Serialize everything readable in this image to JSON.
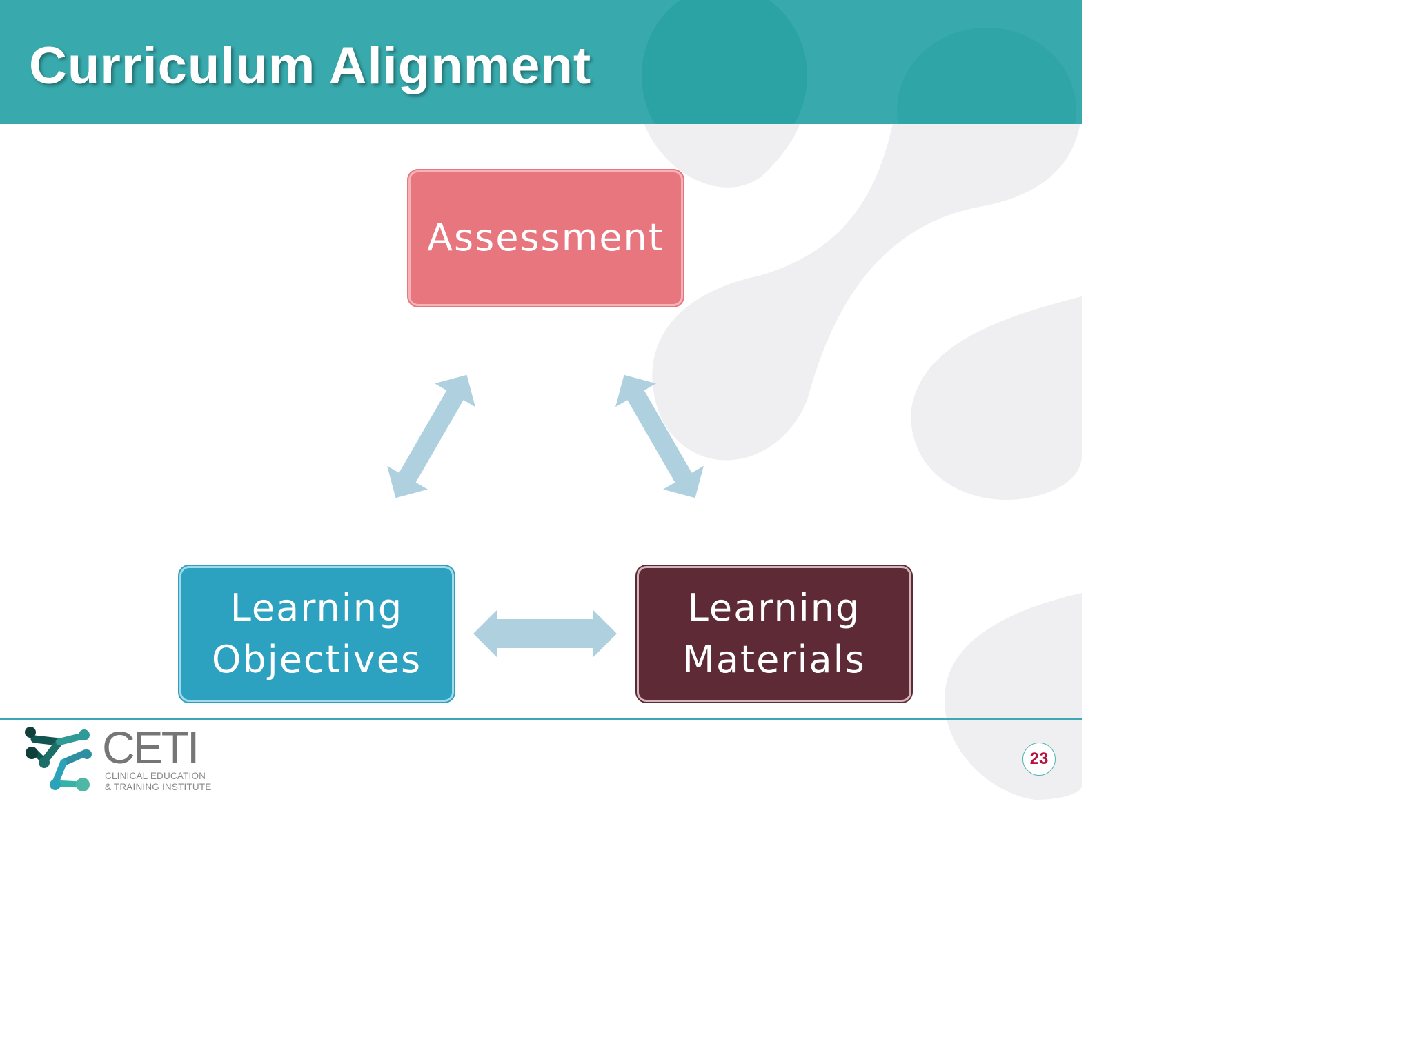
{
  "slide": {
    "title": "Curriculum Alignment",
    "page_number": "23"
  },
  "diagram": {
    "nodes": [
      {
        "id": "assessment",
        "lines": [
          "Assessment"
        ],
        "color": "#e8767e"
      },
      {
        "id": "learning-objectives",
        "lines": [
          "Learning",
          "Objectives"
        ],
        "color": "#2da1c0"
      },
      {
        "id": "learning-materials",
        "lines": [
          "Learning",
          "Materials"
        ],
        "color": "#5e2a35"
      }
    ],
    "edges": [
      {
        "from": "assessment",
        "to": "learning-objectives",
        "type": "bidirectional"
      },
      {
        "from": "assessment",
        "to": "learning-materials",
        "type": "bidirectional"
      },
      {
        "from": "learning-objectives",
        "to": "learning-materials",
        "type": "bidirectional"
      }
    ],
    "arrow_color": "#afd0de"
  },
  "logo": {
    "name": "CETI",
    "subtitle_line1": "CLINICAL EDUCATION",
    "subtitle_line2": "& TRAINING INSTITUTE"
  },
  "colors": {
    "header": "#38aaad",
    "page_number": "#b5123f",
    "footer_line": "#3fa7b3"
  }
}
